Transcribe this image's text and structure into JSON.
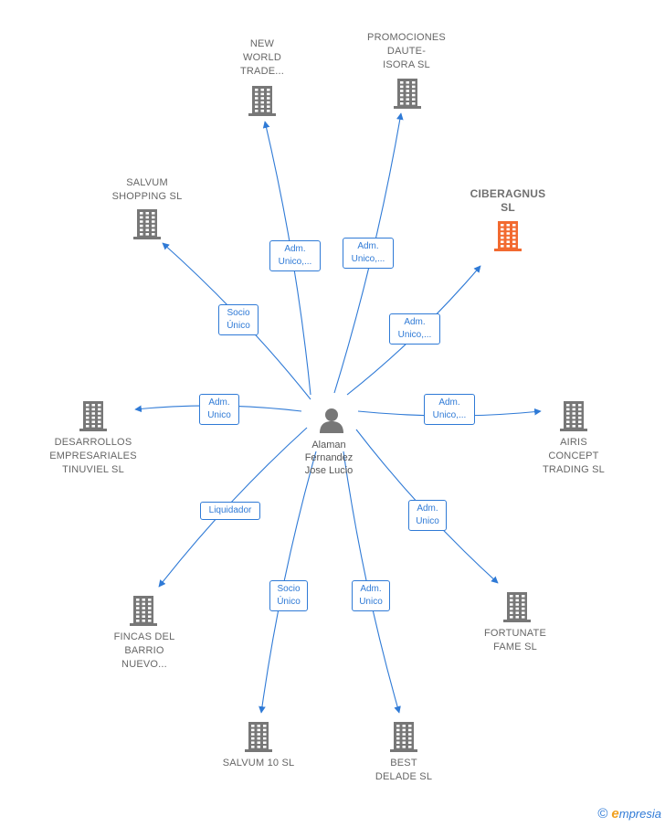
{
  "center": {
    "name": "Alaman\nFernandez\nJose Lucio"
  },
  "colors": {
    "edge": "#2f7ad6",
    "building": "#777777",
    "highlight": "#f26a30"
  },
  "nodes": [
    {
      "id": "new-world",
      "label": "NEW\nWORLD\nTRADE...",
      "highlight": false
    },
    {
      "id": "promociones",
      "label": "PROMOCIONES\nDAUTE-\nISORA SL",
      "highlight": false
    },
    {
      "id": "salvum-shopping",
      "label": "SALVUM\nSHOPPING  SL",
      "highlight": false
    },
    {
      "id": "ciberagnus",
      "label": "CIBERAGNUS\nSL",
      "highlight": true
    },
    {
      "id": "desarrollos",
      "label": "DESARROLLOS\nEMPRESARIALES\nTINUVIEL SL",
      "highlight": false
    },
    {
      "id": "airis",
      "label": "AIRIS\nCONCEPT\nTRADING SL",
      "highlight": false
    },
    {
      "id": "fincas",
      "label": "FINCAS DEL\nBARRIO\nNUEVO...",
      "highlight": false
    },
    {
      "id": "fortunate",
      "label": "FORTUNATE\nFAME  SL",
      "highlight": false
    },
    {
      "id": "salvum10",
      "label": "SALVUM 10  SL",
      "highlight": false
    },
    {
      "id": "best-delade",
      "label": "BEST\nDELADE  SL",
      "highlight": false
    }
  ],
  "edges": [
    {
      "to": "new-world",
      "label": "Adm.\nUnico,..."
    },
    {
      "to": "promociones",
      "label": "Adm.\nUnico,..."
    },
    {
      "to": "salvum-shopping",
      "label": "Socio\nÚnico"
    },
    {
      "to": "ciberagnus",
      "label": "Adm.\nUnico,..."
    },
    {
      "to": "desarrollos",
      "label": "Adm.\nUnico"
    },
    {
      "to": "airis",
      "label": "Adm.\nUnico,..."
    },
    {
      "to": "fincas",
      "label": "Liquidador"
    },
    {
      "to": "fortunate",
      "label": "Adm.\nUnico"
    },
    {
      "to": "salvum10",
      "label": "Socio\nÚnico"
    },
    {
      "to": "best-delade",
      "label": "Adm.\nUnico"
    }
  ],
  "footer": {
    "copyright": "©",
    "brand_initial": "e",
    "brand_rest": "mpresia"
  }
}
